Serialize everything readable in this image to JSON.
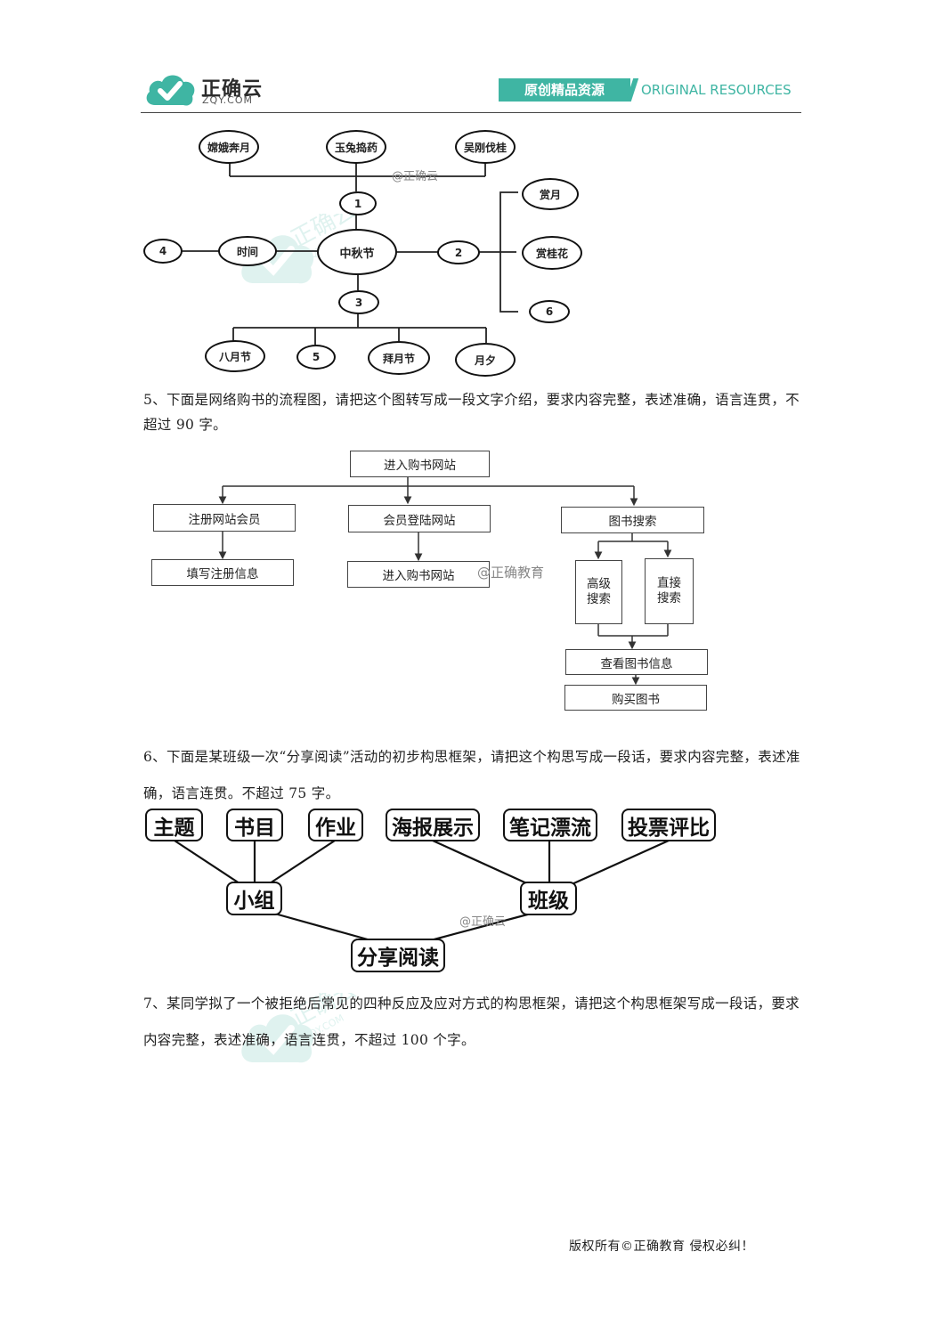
{
  "header": {
    "logo_name": "正确云",
    "logo_domain": "ZQY.COM",
    "banner_cn": "原创精品资源",
    "banner_en": "ORIGINAL RESOURCES"
  },
  "diagram1": {
    "center": "中秋节",
    "time": "时间",
    "n1": "1",
    "n2": "2",
    "n3": "3",
    "n4": "4",
    "n5": "5",
    "n6": "6",
    "top1": "嫦娥奔月",
    "top2": "玉兔捣药",
    "top3": "吴刚伐桂",
    "right1": "赏月",
    "right2": "赏桂花",
    "bottom1": "八月节",
    "bottom3": "拜月节",
    "bottom4": "月夕"
  },
  "q5": {
    "text": "5、下面是网络购书的流程图，请把这个图转写成一段文字介绍，要求内容完整，表述准确，语言连贯，不超过 90 字。"
  },
  "flow": {
    "root": "进入购书网站",
    "reg": "注册网站会员",
    "fill": "填写注册信息",
    "login": "会员登陆网站",
    "enter": "进入购书网站",
    "search": "图书搜索",
    "adv1": "高级",
    "adv2": "搜索",
    "dir1": "直接",
    "dir2": "搜索",
    "view": "查看图书信息",
    "buy": "购买图书"
  },
  "q6": {
    "text": "6、下面是某班级一次“分享阅读”活动的初步构思框架，请把这个构思写成一段话，要求内容完整，表述准确，语言连贯。不超过 75 字。"
  },
  "tree": {
    "b1": "主题",
    "b2": "书目",
    "b3": "作业",
    "b4": "海报展示",
    "b5": "笔记漂流",
    "b6": "投票评比",
    "group": "小组",
    "klass": "班级",
    "root": "分享阅读"
  },
  "q7": {
    "text": "7、某同学拟了一个被拒绝后常见的四种反应及应对方式的构思框架，请把这个构思框架写成一段话，要求内容完整，表述准确，语言连贯，不超过 100 个字。"
  },
  "watermarks": {
    "w1": "@正确云",
    "w2": "@正确教育",
    "w3": "@正确云"
  },
  "footer": "版权所有©正确教育 侵权必纠！",
  "colors": {
    "brand": "#3fb5a3"
  }
}
